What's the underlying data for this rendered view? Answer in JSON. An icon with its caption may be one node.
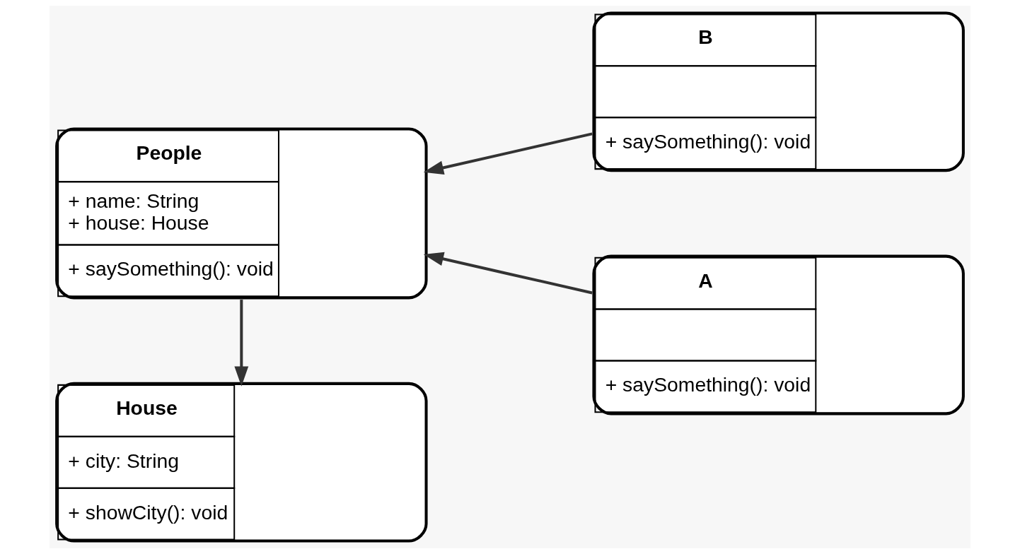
{
  "diagram": {
    "nodes": [
      {
        "text": [
          "People",
          "+ name: String",
          "+ house: House",
          "+ saySomething(): void"
        ]
      },
      {
        "text": [
          "House",
          "+ city: String",
          "+ showCity(): void"
        ]
      },
      {
        "text": [
          "B",
          "+ saySomething(): void"
        ]
      },
      {
        "text": [
          "A",
          "+ saySomething(): void"
        ]
      }
    ],
    "edges": [
      {
        "from": 2,
        "to": 0,
        "arrow": "to"
      },
      {
        "from": 3,
        "to": 0,
        "arrow": "to"
      },
      {
        "from": 0,
        "to": 1,
        "arrow": "to"
      }
    ]
  }
}
